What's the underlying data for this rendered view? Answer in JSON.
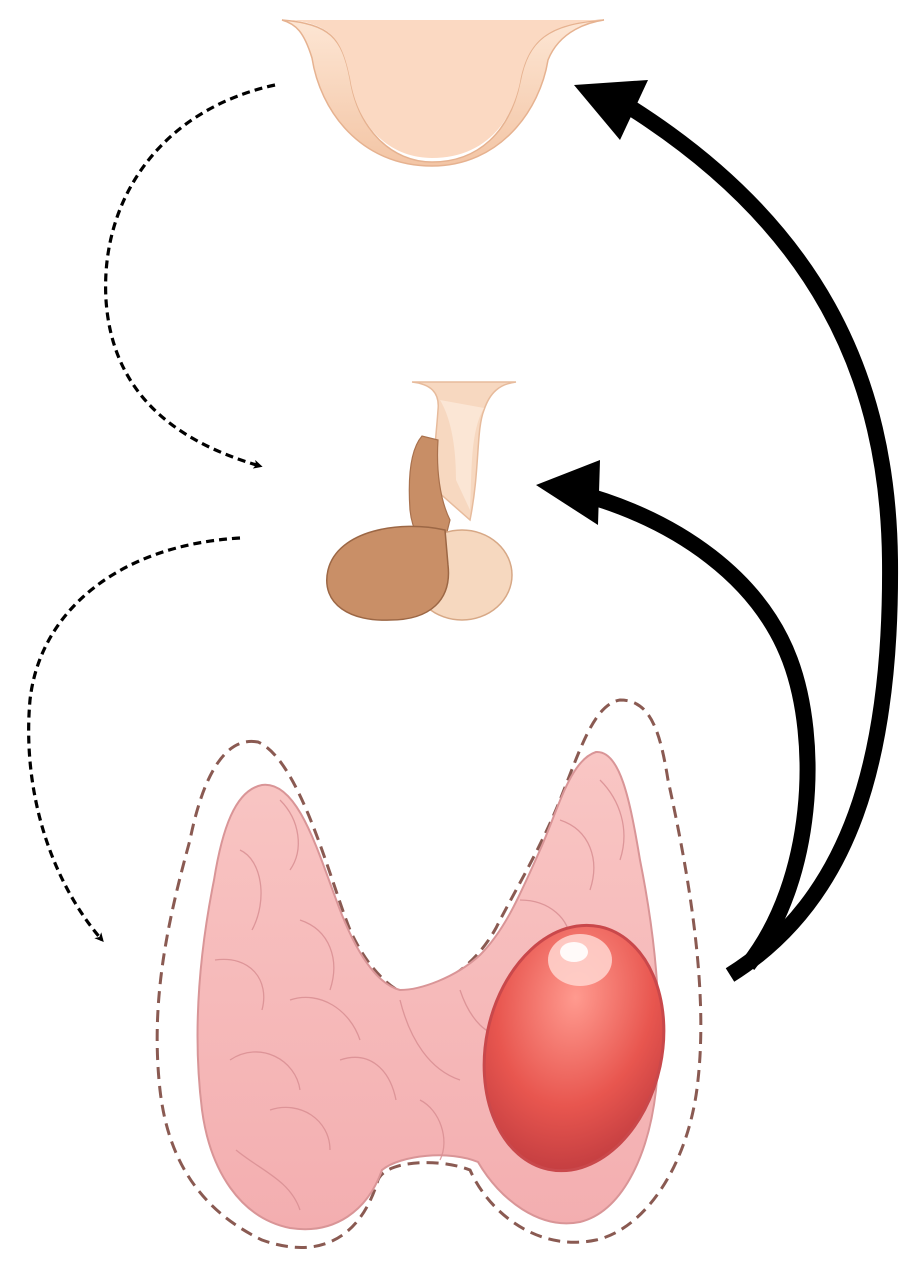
{
  "diagram": {
    "structures": [
      {
        "name": "hypothalamus",
        "icon": "hypothalamus-icon"
      },
      {
        "name": "pituitary-gland",
        "icon": "pituitary-icon"
      },
      {
        "name": "thyroid-gland",
        "icon": "thyroid-icon"
      },
      {
        "name": "thyroid-nodule",
        "icon": "nodule-icon"
      }
    ],
    "arrows": [
      {
        "from": "hypothalamus",
        "to": "pituitary-gland",
        "style": "dashed",
        "meaning": "stimulation"
      },
      {
        "from": "pituitary-gland",
        "to": "thyroid-gland",
        "style": "dashed",
        "meaning": "stimulation"
      },
      {
        "from": "thyroid-nodule",
        "to": "pituitary-gland",
        "style": "solid-bold",
        "meaning": "feedback"
      },
      {
        "from": "thyroid-nodule",
        "to": "hypothalamus",
        "style": "solid-bold",
        "meaning": "feedback"
      }
    ],
    "colors": {
      "hypothalamus": "#f6cfb3",
      "pituitary_anterior": "#c98f67",
      "pituitary_posterior": "#f4d2b8",
      "thyroid": "#f5b9b9",
      "nodule": "#e55a55",
      "outline_dashed": "#8a5a52",
      "arrow": "#000000"
    }
  }
}
